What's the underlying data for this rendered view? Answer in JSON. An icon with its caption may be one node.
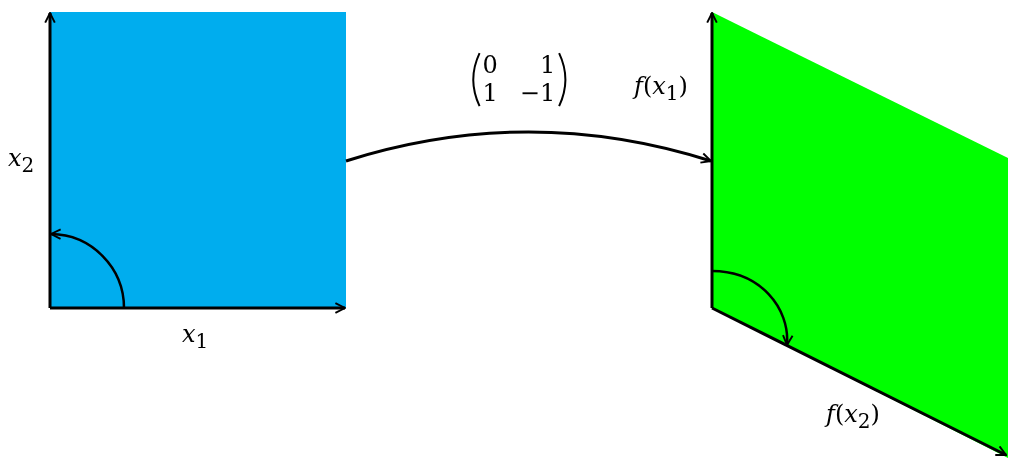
{
  "diagram": {
    "nodes": [
      {
        "text": [],
        "shape": "box"
      },
      {
        "text": [],
        "shape": "parallelogram"
      }
    ],
    "edges": [
      {
        "from": 0,
        "to": 1,
        "arrow": "to",
        "label": "0 1 1 −1"
      }
    ],
    "labels": [
      "*x*$_{2}$",
      "*x*$_{1}$",
      "*f*(*x*$_{1}$)",
      "*f*(*x*$_{2}$)"
    ]
  }
}
